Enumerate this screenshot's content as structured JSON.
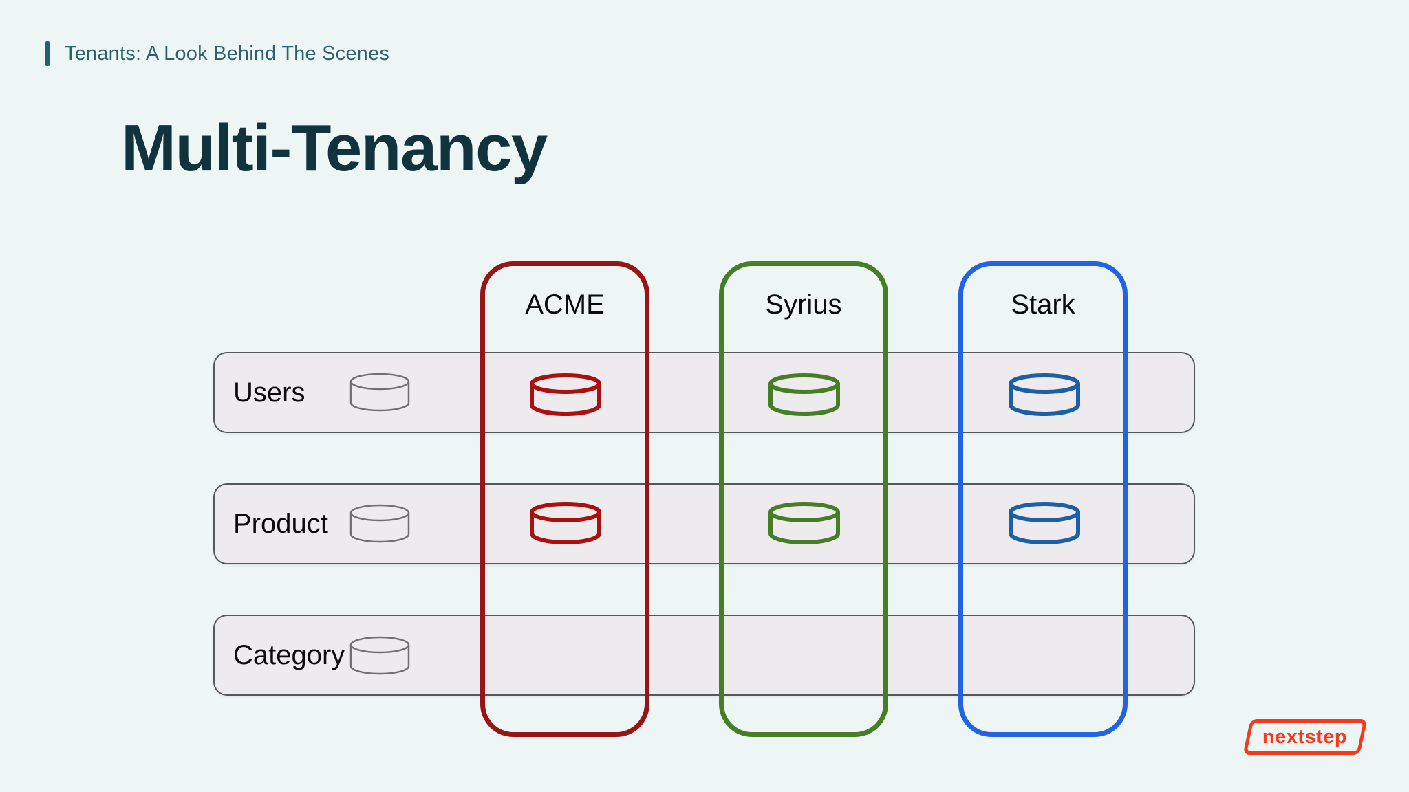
{
  "header": {
    "eyebrow": "Tenants: A Look Behind The Scenes"
  },
  "title": "Multi-Tenancy",
  "diagram": {
    "rows": [
      {
        "label": "Users"
      },
      {
        "label": "Product"
      },
      {
        "label": "Category"
      }
    ],
    "tenants": [
      {
        "label": "ACME"
      },
      {
        "label": "Syrius"
      },
      {
        "label": "Stark"
      }
    ]
  },
  "logo": {
    "text": "nextstep"
  },
  "colors": {
    "background": "#eef5f5",
    "accent_bar": "#26606e",
    "eyebrow_text": "#2d6170",
    "title_text": "#11333e",
    "row_fill": "#edebed",
    "row_border": "#54585c",
    "row_label_text": "#0b0b0b",
    "generic_db": "#707070",
    "tenant_acme": "#991414",
    "tenant_acme_db": "#ab0f0f",
    "tenant_syrius": "#467e26",
    "tenant_syrius_db": "#467e26",
    "tenant_stark": "#2263e2",
    "tenant_stark_db": "#1d5fa6",
    "logo_accent": "#f5391d"
  }
}
